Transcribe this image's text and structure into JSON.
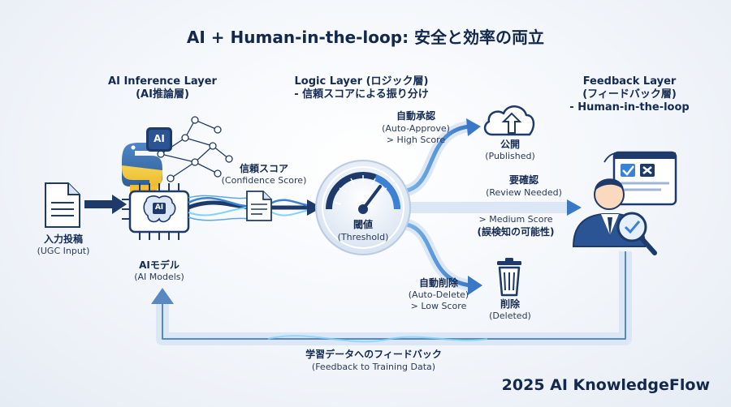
{
  "title": "AI + Human-in-the-loop: 安全と効率の両立",
  "layers": {
    "inference": {
      "title": "AI Inference Layer",
      "subtitle": "(AI推論層)"
    },
    "logic": {
      "title": "Logic Layer (ロジック層)",
      "subtitle": "- 信頼スコアによる振り分け"
    },
    "feedback": {
      "title": "Feedback Layer",
      "subtitle": "(フィードバック層)",
      "subtitle2": "- Human-in-the-loop"
    }
  },
  "input": {
    "label": "入力投稿",
    "sublabel": "(UGC Input)"
  },
  "ai_models": {
    "label": "AIモデル",
    "sublabel": "(AI Models)",
    "chip_label": "AI",
    "badge_label": "AI"
  },
  "confidence": {
    "label": "信頼スコア",
    "sublabel": "(Confidence Score)"
  },
  "threshold": {
    "label": "閾値",
    "sublabel": "(Threshold)"
  },
  "branches": {
    "approve": {
      "label": "自動承認",
      "sub1": "(Auto-Approve)",
      "sub2": "> High Score"
    },
    "review": {
      "label": "要確認",
      "sub1": "(Review Needed)",
      "sub2": "> Medium Score",
      "sub3": "(誤検知の可能性)"
    },
    "delete": {
      "label": "自動削除",
      "sub1": "(Auto-Delete)",
      "sub2": "> Low Score"
    }
  },
  "outcomes": {
    "published": {
      "label": "公開",
      "sublabel": "(Published)"
    },
    "deleted": {
      "label": "削除",
      "sublabel": "(Deleted)"
    }
  },
  "loop": {
    "label": "学習データへのフィードバック",
    "sublabel": "(Feedback to Training Data)"
  },
  "watermark": "2025 AI KnowledgeFlow",
  "colors": {
    "navy": "#1e3a6b",
    "accent": "#3b82d6",
    "glow": "#7fd3ff",
    "bg": "#eef3f9"
  }
}
